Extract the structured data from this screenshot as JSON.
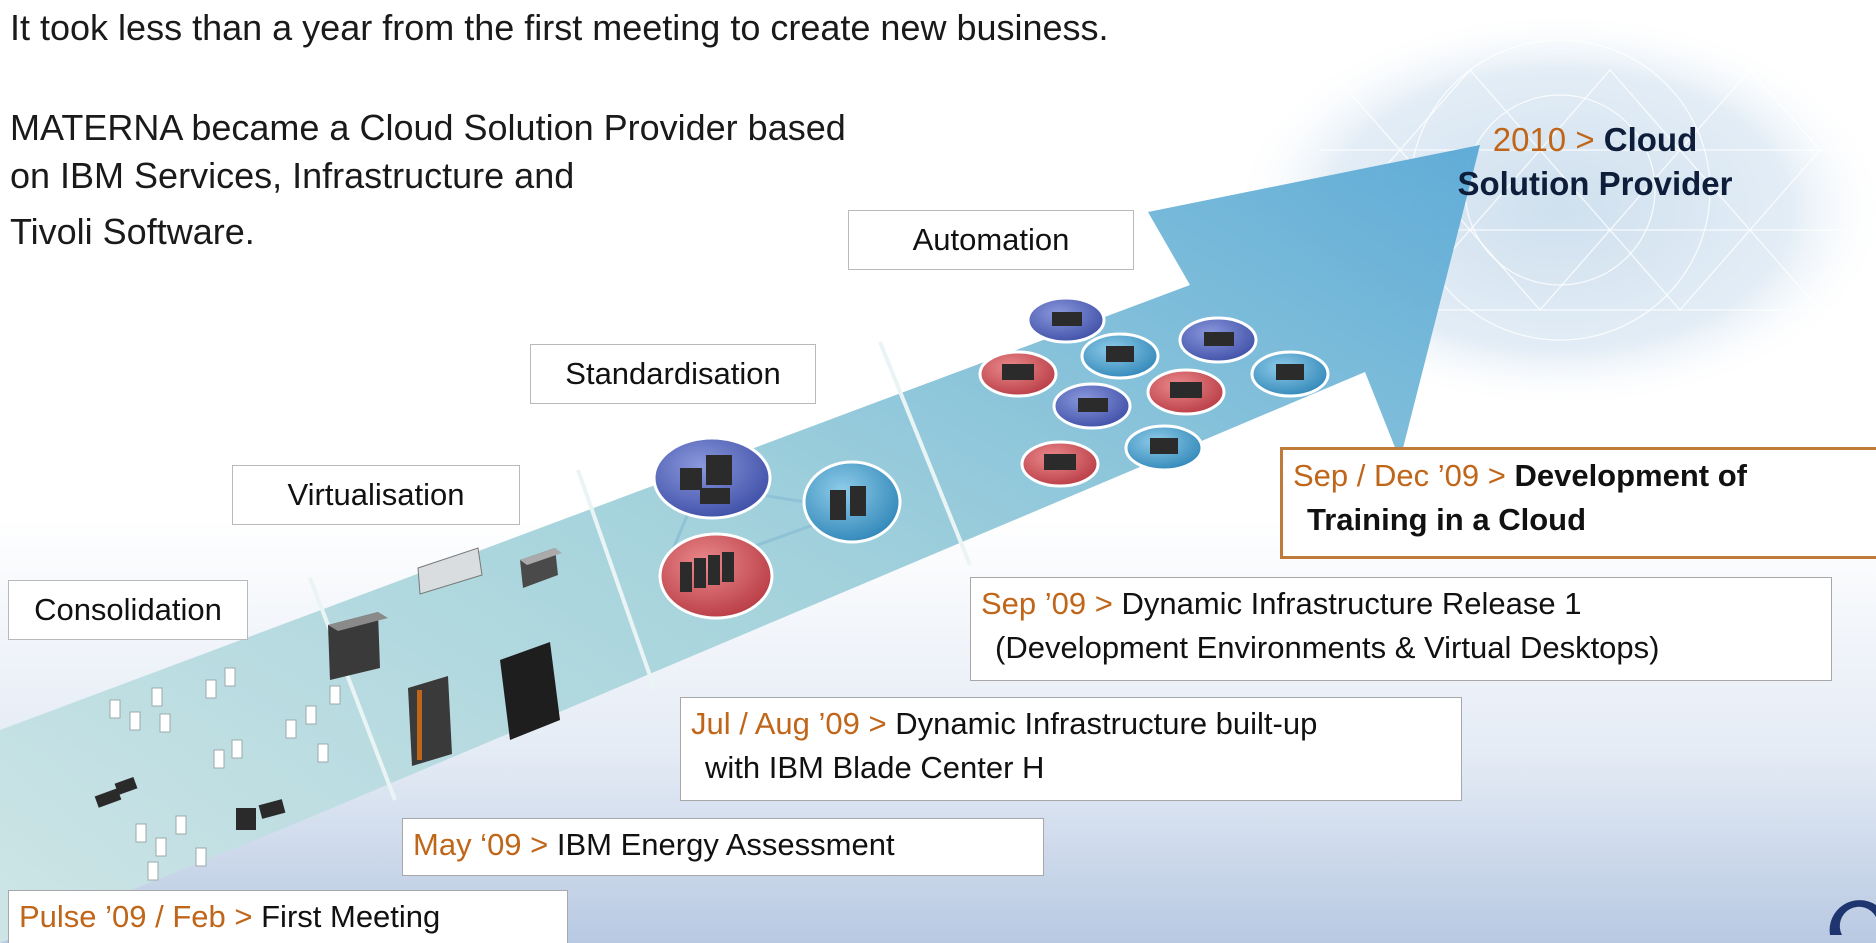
{
  "intro": {
    "headline": "It took less than a year from the first meeting to create new business.",
    "body_line1": "MATERNA became a Cloud Solution Provider based",
    "body_line2": "on IBM Services, Infrastructure and",
    "body_line3": "Tivoli Software."
  },
  "stages": [
    {
      "label": "Consolidation"
    },
    {
      "label": "Virtualisation"
    },
    {
      "label": "Standardisation"
    },
    {
      "label": "Automation"
    }
  ],
  "goal": {
    "date": "2010 >",
    "title_line1": "Cloud",
    "title_line2": "Solution Provider"
  },
  "milestones": [
    {
      "date": "Pulse ’09 / Feb >",
      "text": "First Meeting"
    },
    {
      "date": "May ‘09 >",
      "text": "IBM Energy Assessment"
    },
    {
      "date": "Jul / Aug ’09 >",
      "text": "Dynamic Infrastructure built-up",
      "text2": "with IBM Blade Center H"
    },
    {
      "date": "Sep ’09 >",
      "text": "Dynamic Infrastructure Release 1",
      "text2": "(Development Environments & Virtual Desktops)"
    },
    {
      "date": "Sep / Dec ’09 >",
      "text": "Development of",
      "text2": "Training in a Cloud"
    }
  ],
  "colors": {
    "date_orange": "#c0661a",
    "highlight_border": "#c07a3a",
    "arrow_blue": "#6fb2d6",
    "node_blue": "#4f5fb0",
    "node_teal": "#3f94c4",
    "node_red": "#c44a52"
  }
}
